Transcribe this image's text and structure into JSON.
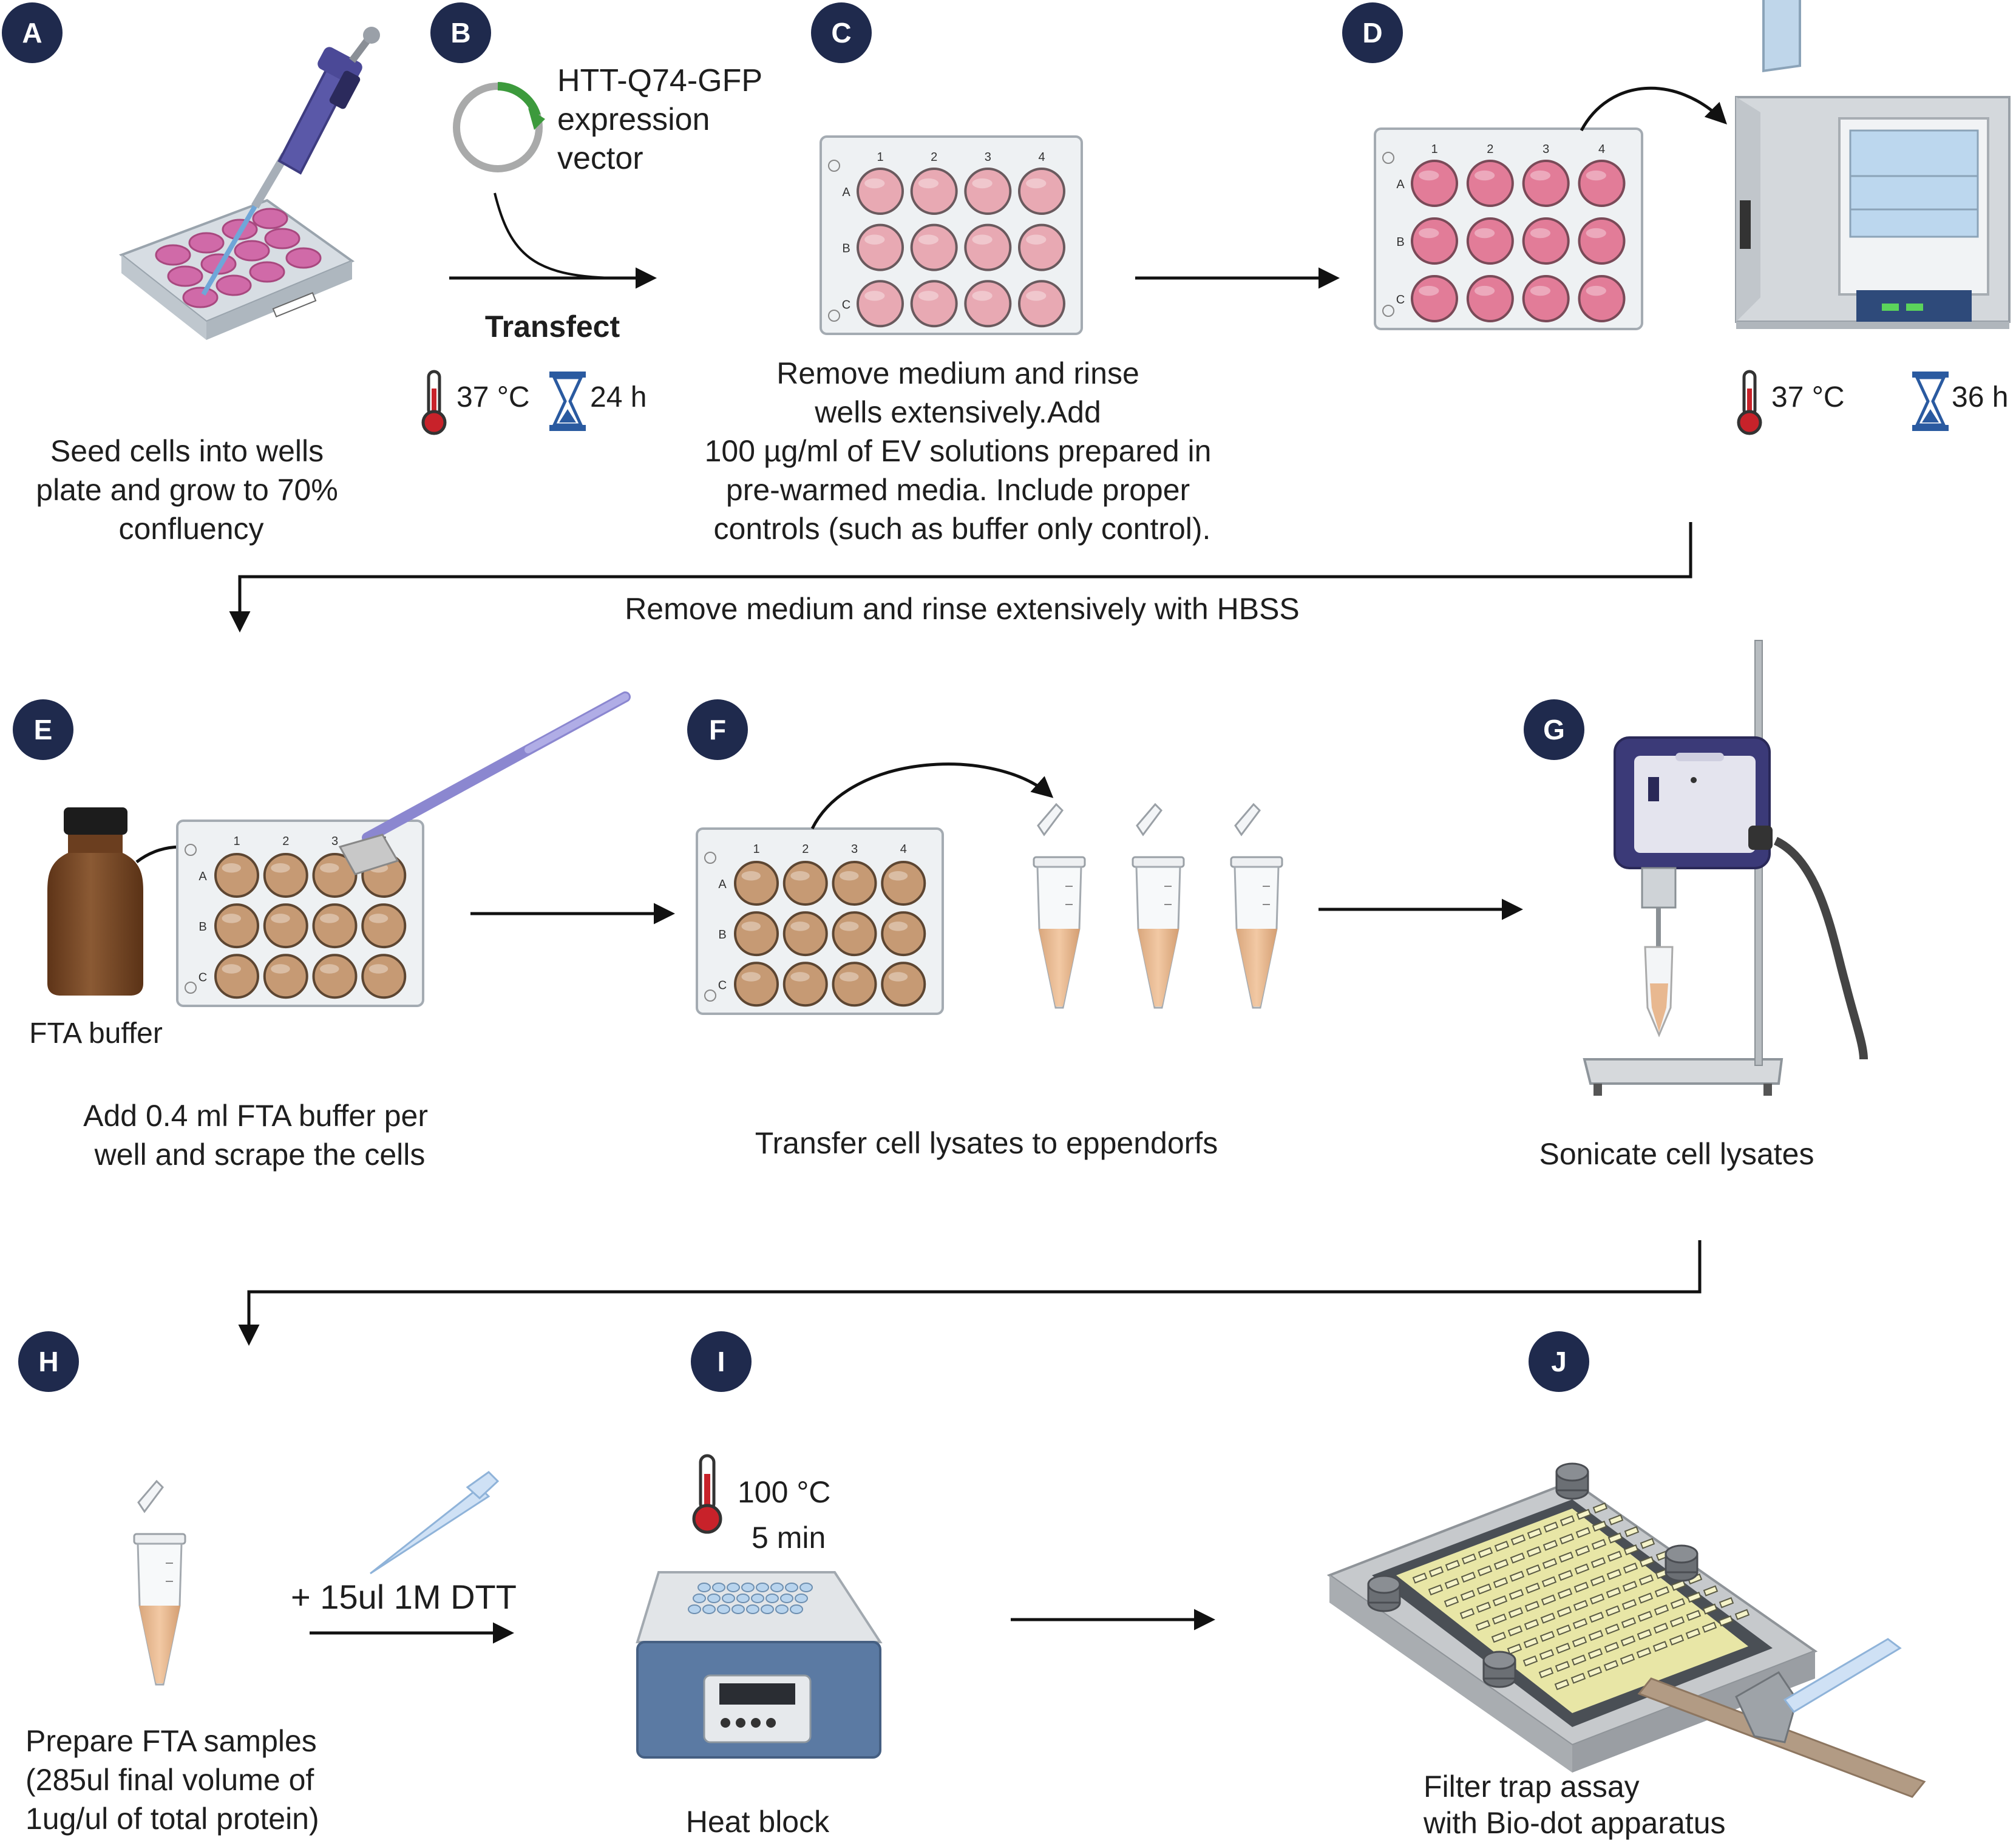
{
  "steps": {
    "A": {
      "label": "A",
      "caption": [
        "Seed cells into wells",
        "plate and grow to 70%",
        "confluency"
      ]
    },
    "B": {
      "label": "B",
      "vector": [
        "HTT-Q74-GFP",
        "expression",
        "vector"
      ],
      "action": "Transfect",
      "temp": "37 °C",
      "time": "24 h"
    },
    "C": {
      "label": "C",
      "caption": [
        "Remove medium and rinse",
        "wells extensively.Add",
        "100 µg/ml of EV solutions prepared in",
        "pre-warmed media. Include proper",
        "controls (such as buffer only control)."
      ]
    },
    "D": {
      "label": "D",
      "temp": "37 °C",
      "time": "36 h"
    },
    "E": {
      "label": "E",
      "bottle_label": "FTA buffer",
      "caption": [
        "Add 0.4 ml FTA buffer per",
        "well and scrape the cells"
      ]
    },
    "F": {
      "label": "F",
      "caption": "Transfer cell lysates to eppendorfs"
    },
    "G": {
      "label": "G",
      "caption": "Sonicate cell lysates"
    },
    "H": {
      "label": "H",
      "reagent": "+ 15ul 1M DTT",
      "caption": [
        "Prepare FTA samples",
        "(285ul final volume of",
        "1ug/ul of total protein)"
      ]
    },
    "I": {
      "label": "I",
      "temp": "100 °C",
      "time": "5 min",
      "caption": "Heat block"
    },
    "J": {
      "label": "J",
      "caption": [
        "Filter trap assay",
        "with Bio-dot apparatus"
      ]
    }
  },
  "connector_text": "Remove medium and rinse extensively with HBSS",
  "plate_columns": [
    "1",
    "2",
    "3",
    "4"
  ],
  "plate_rows": [
    "A",
    "B",
    "C"
  ],
  "colors": {
    "label_circle": "#1f2a4d",
    "pink_well": "#e8a9b3",
    "tan_well": "#c69a74",
    "pipette_purple": "#5a58a8",
    "bottle_brown": "#7a4a2a",
    "tube_liquid": "#e8b890",
    "thermometer_red": "#c8222a",
    "hourglass_blue": "#2a5aa0",
    "heat_block_blue": "#5b7aa3",
    "membrane_yellow": "#e8e6a6"
  }
}
